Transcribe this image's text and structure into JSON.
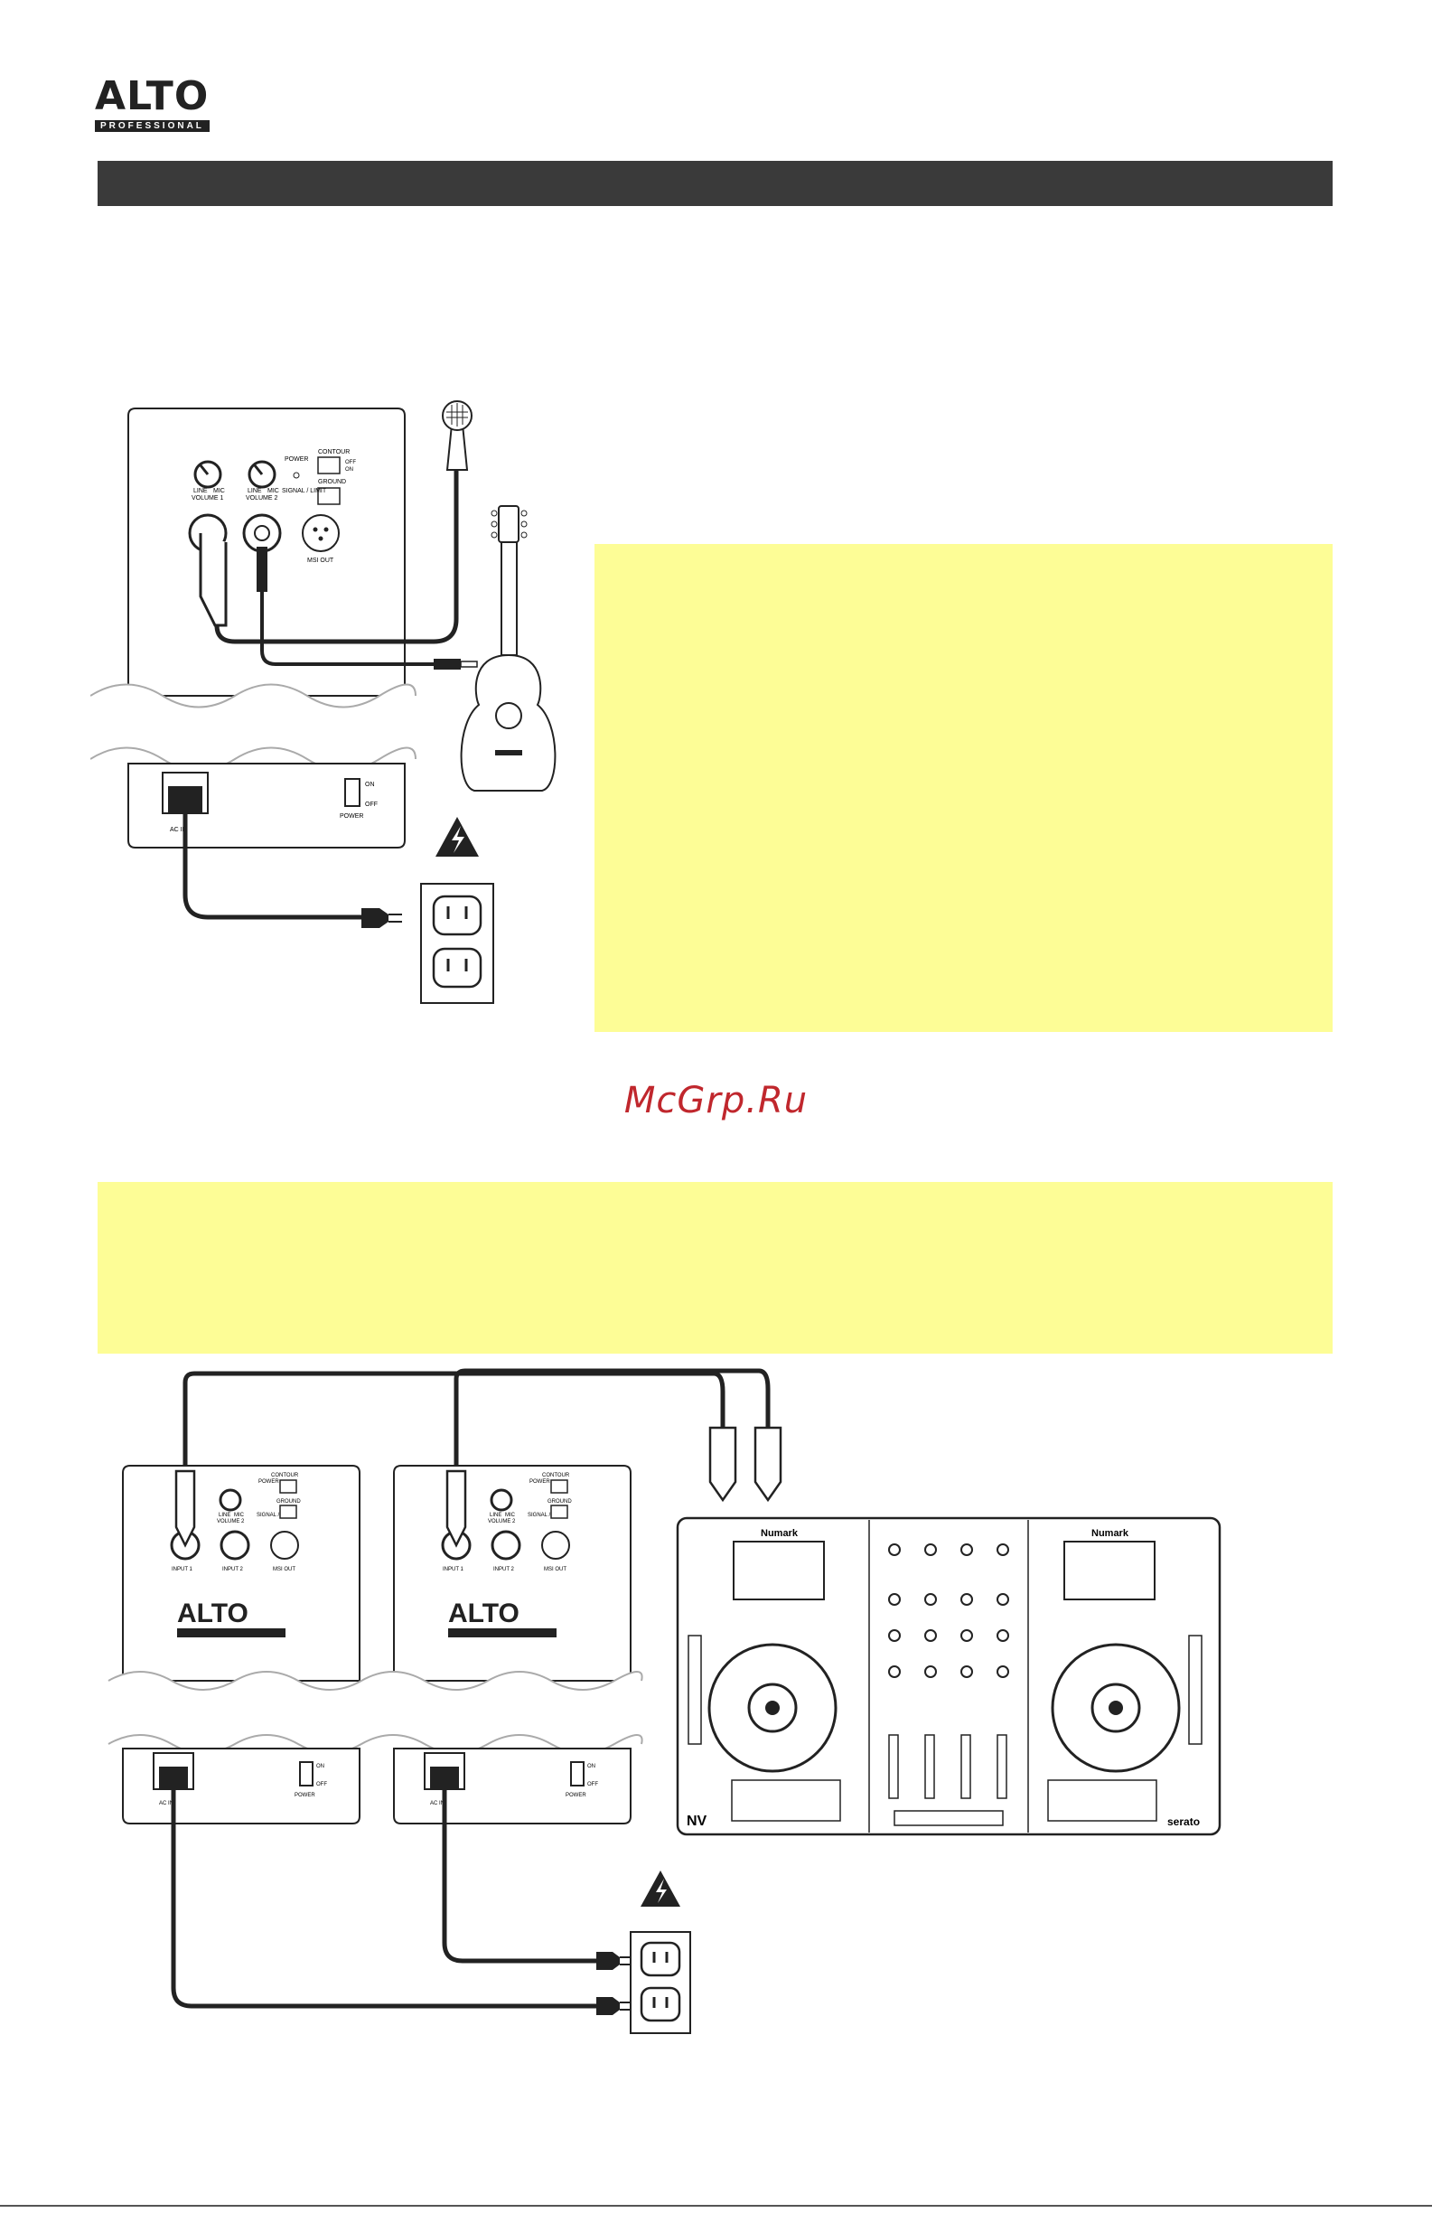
{
  "brand": {
    "name": "ALTO",
    "sub": "PROFESSIONAL"
  },
  "watermark": "McGrp.Ru",
  "diagram1": {
    "line": "LINE",
    "mic": "MIC",
    "volume1": "VOLUME 1",
    "volume2": "VOLUME 2",
    "contour": "CONTOUR",
    "power": "POWER",
    "ground": "GROUND",
    "signal_limit": "SIGNAL / LIMIT",
    "off": "OFF",
    "on": "ON",
    "msi_out": "MSI OUT",
    "ac_in": "AC IN",
    "switch_on": "ON",
    "switch_off": "OFF",
    "switch_power": "POWER"
  },
  "diagram2": {
    "input1": "INPUT 1",
    "input2": "INPUT 2",
    "msi_out": "MSI OUT",
    "volume2": "VOLUME 2",
    "line": "LINE",
    "mic": "MIC",
    "contour": "CONTOUR",
    "power": "POWER",
    "ground": "GROUND",
    "signal_limit": "SIGNAL / LIMIT",
    "ac_in": "AC IN",
    "switch_on": "ON",
    "switch_off": "OFF",
    "switch_power": "POWER",
    "controller_brand": "Numark",
    "controller_model": "NV",
    "software": "serato"
  }
}
